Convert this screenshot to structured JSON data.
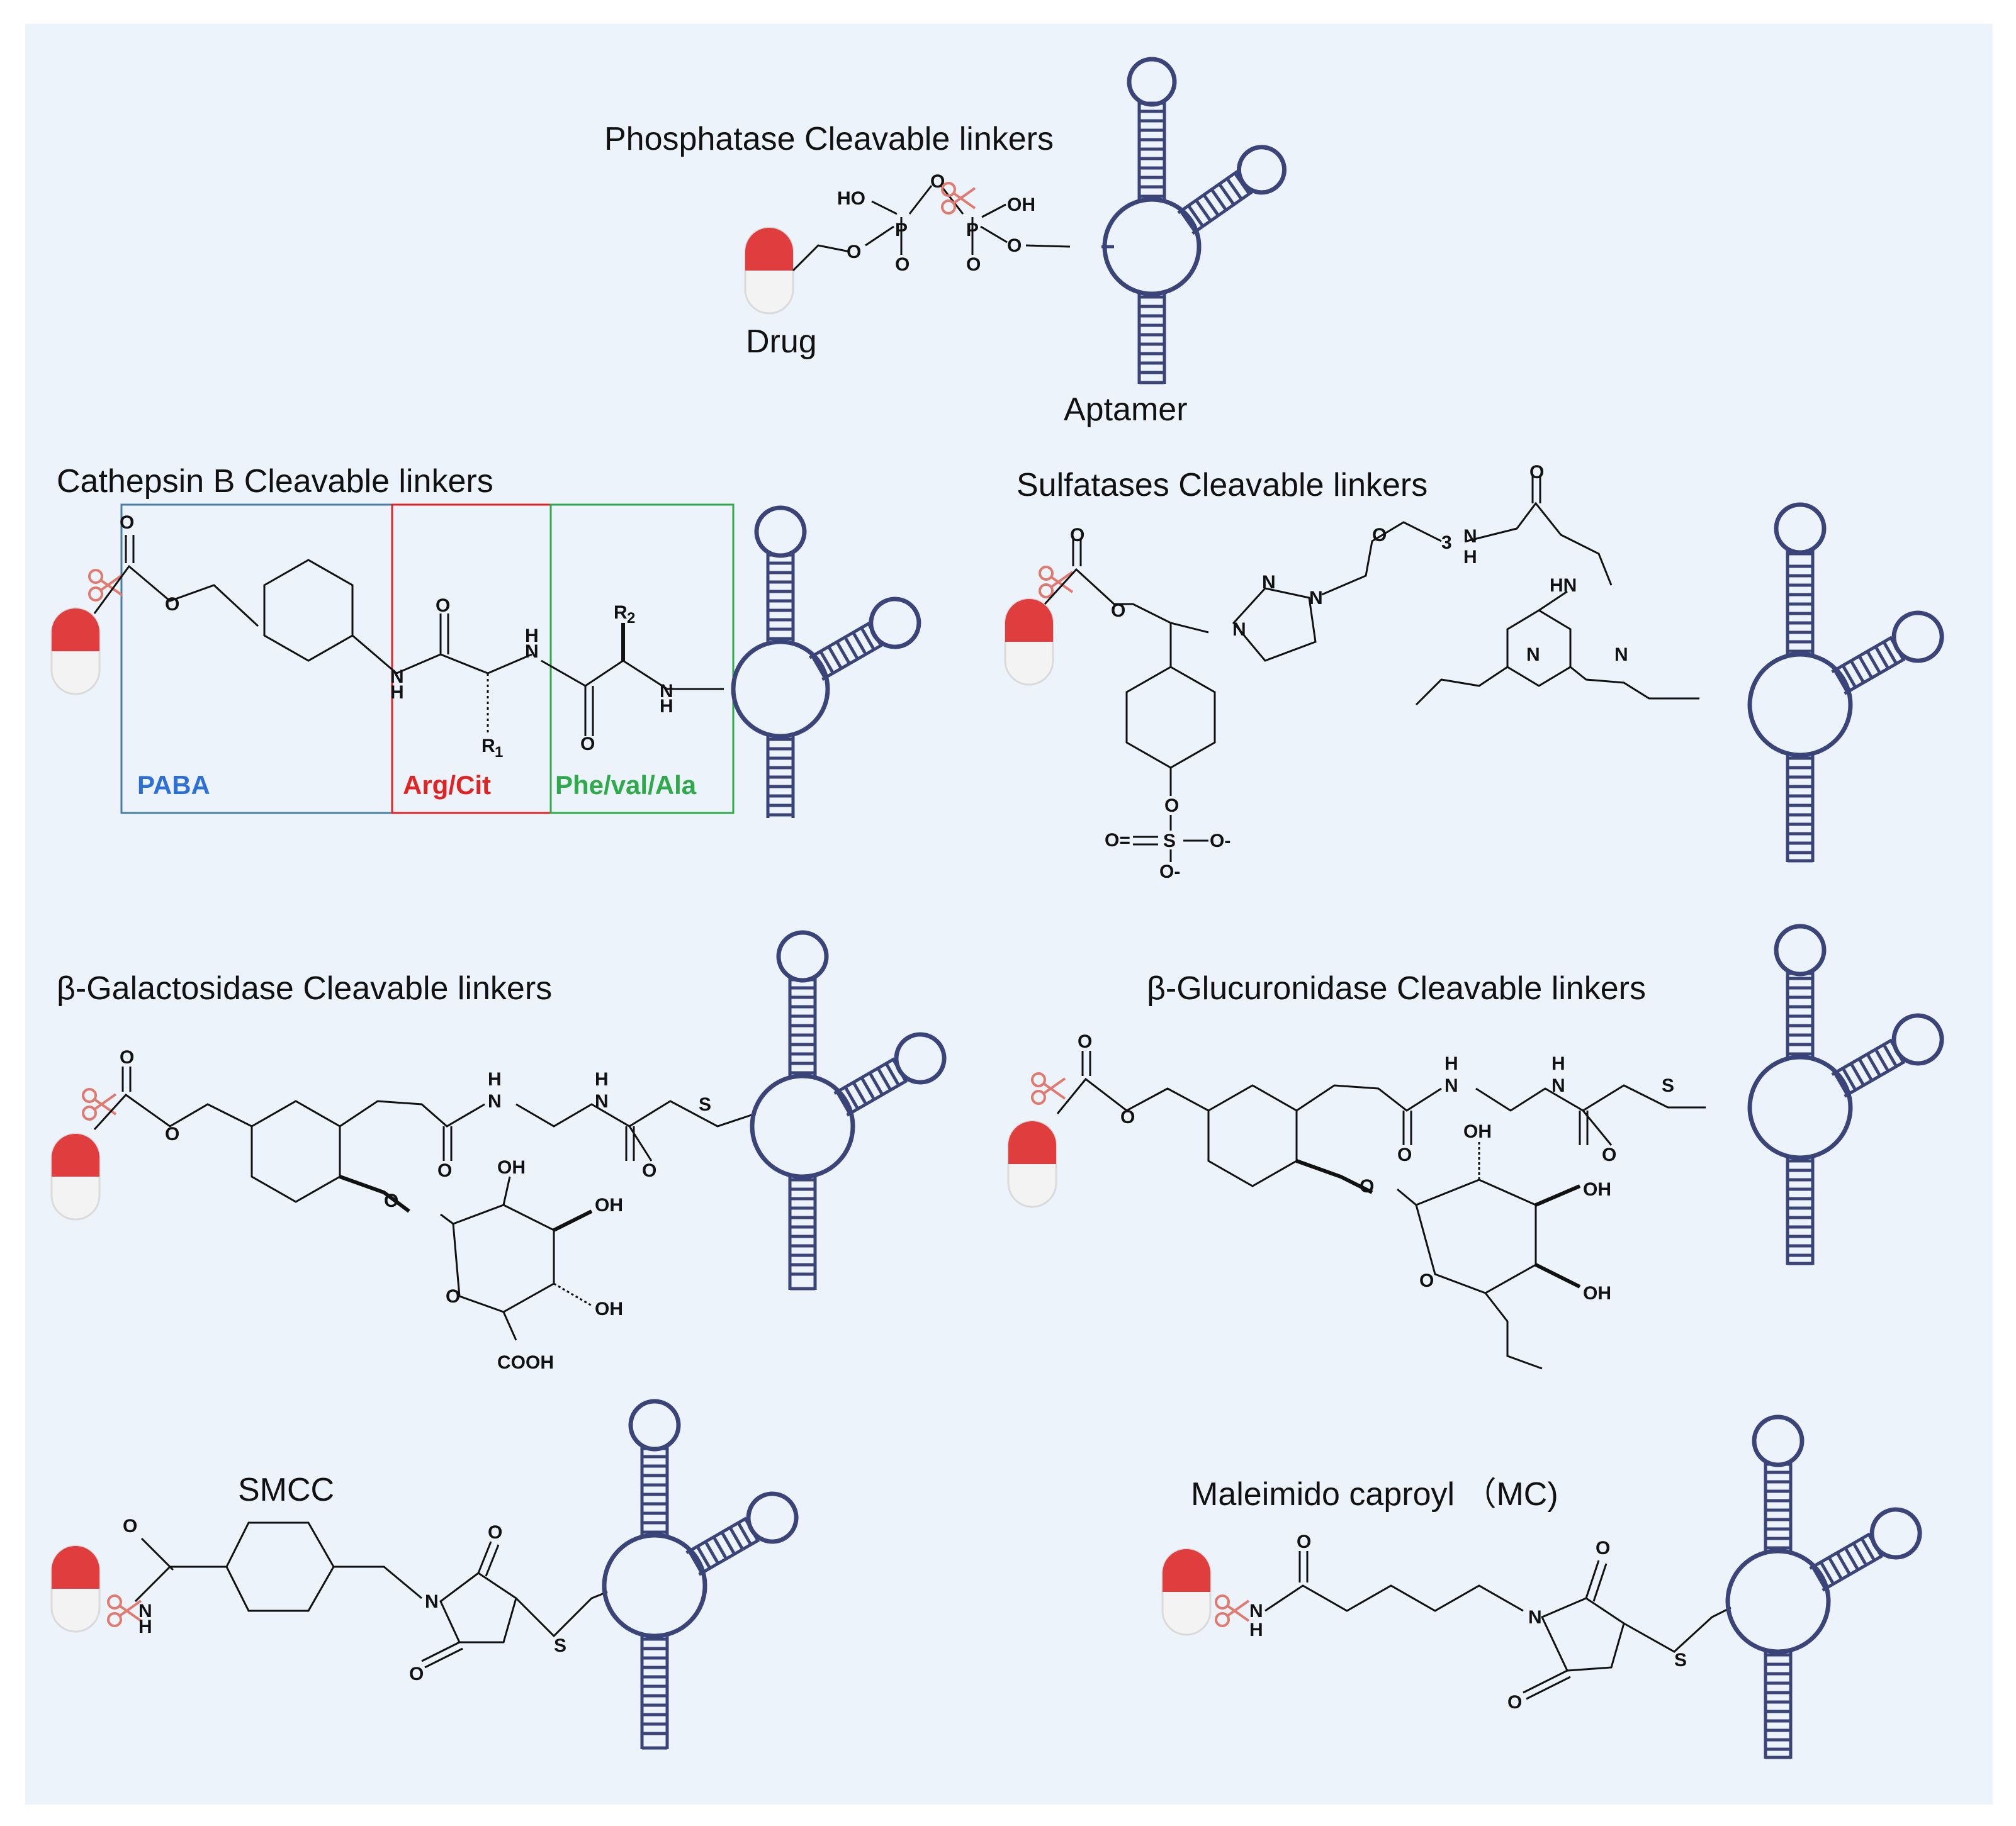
{
  "panels": {
    "phosphatase": {
      "title": "Phosphatase Cleavable linkers",
      "drug_label": "Drug",
      "aptamer_label": "Aptamer"
    },
    "cathepsin": {
      "title": "Cathepsin B Cleavable linkers",
      "box_paba": "PABA",
      "box_argcit": "Arg/Cit",
      "box_pheval": "Phe/val/Ala"
    },
    "sulfatase": {
      "title": "Sulfatases Cleavable  linkers"
    },
    "galactosidase": {
      "title": "β-Galactosidase Cleavable  linkers"
    },
    "glucuronidase": {
      "title": "β-Glucuronidase Cleavable  linkers"
    },
    "smcc": {
      "title": "SMCC"
    },
    "mc": {
      "title": "Maleimido caproyl （MC)"
    }
  },
  "atoms": {
    "o": "O",
    "oh": "OH",
    "ho": "HO",
    "p": "P",
    "n": "N",
    "h": "H",
    "nh": "NH",
    "hn": "HN",
    "s": "S",
    "cooh": "COOH",
    "r1": "R",
    "r1_sub": "1",
    "r2": "R",
    "r2_sub": "2",
    "sub3": "3",
    "o_minus": "O-",
    "o_eq": "O="
  },
  "colors": {
    "background": "#edf3fb",
    "aptamer": "#3b4479",
    "drug_red": "#e03e3e",
    "drug_white": "#f3f3f3",
    "scissors": "#e07a6e",
    "paba_blue": "#2c6fd6",
    "argcit_red": "#e02424",
    "pheval_green": "#2eaa4a"
  }
}
